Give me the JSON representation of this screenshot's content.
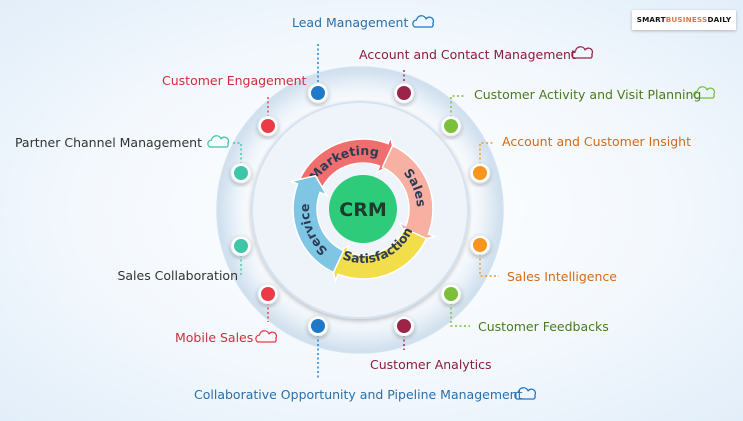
{
  "center": {
    "label": "CRM",
    "color": "#2ecc7a"
  },
  "cycle": [
    {
      "label": "Marketing",
      "color": "#f06e6e"
    },
    {
      "label": "Sales",
      "color": "#f7b0a2"
    },
    {
      "label": "Satisfaction",
      "color": "#f2dd4a"
    },
    {
      "label": "Service",
      "color": "#7ec6e4"
    }
  ],
  "brand": {
    "part1": "SMART",
    "part2": "BUSINESS",
    "part3": "DAILY"
  },
  "items": [
    {
      "label": "Lead Management",
      "color": "#2a6fa8",
      "dot": "#1f78c8",
      "cloud": true
    },
    {
      "label": "Account and Contact Management",
      "color": "#8b1c3b",
      "dot": "#9b2448",
      "cloud": true
    },
    {
      "label": "Customer Activity and Visit Planning",
      "color": "#4a7a1c",
      "dot": "#7bbf3a",
      "cloud": true
    },
    {
      "label": "Account and Customer Insight",
      "color": "#d76a12",
      "dot": "#f7951f",
      "cloud": false
    },
    {
      "label": "Sales Intelligence",
      "color": "#d76a12",
      "dot": "#f7951f",
      "cloud": false
    },
    {
      "label": "Customer Feedbacks",
      "color": "#4a7a1c",
      "dot": "#7bbf3a",
      "cloud": false
    },
    {
      "label": "Customer Analytics",
      "color": "#8b1c3b",
      "dot": "#9b2448",
      "cloud": false
    },
    {
      "label": "Collaborative Opportunity and Pipeline Management",
      "color": "#2a6fa8",
      "dot": "#1f78c8",
      "cloud": true
    },
    {
      "label": "Mobile Sales",
      "color": "#c9303a",
      "dot": "#ec3a46",
      "cloud": true
    },
    {
      "label": "Sales Collaboration",
      "color": "#333333",
      "dot": "#3fc5a8",
      "cloud": false
    },
    {
      "label": "Partner Channel Management",
      "color": "#333333",
      "dot": "#3fc5a8",
      "cloud": true
    },
    {
      "label": "Customer Engagement",
      "color": "#c9303a",
      "dot": "#ec3a46",
      "cloud": false
    }
  ]
}
